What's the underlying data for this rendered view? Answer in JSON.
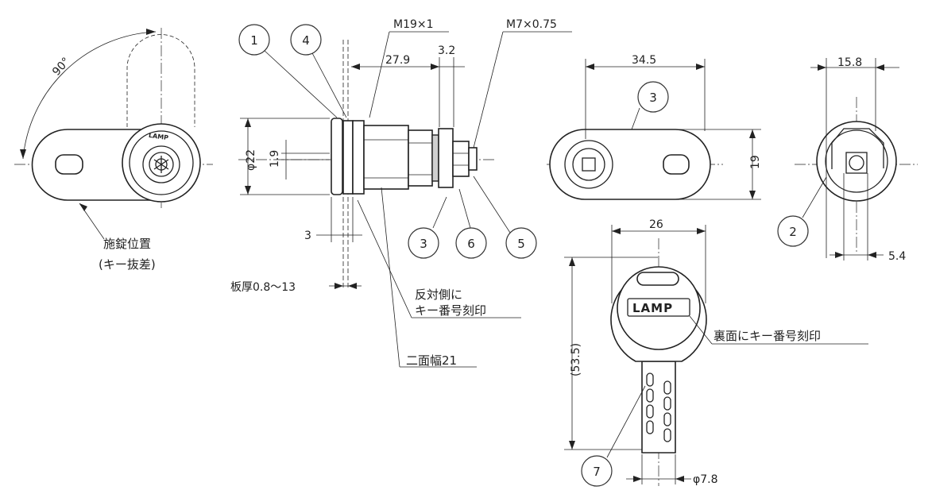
{
  "dimensions": {
    "thread_main": "M19×1",
    "thread_tip": "M7×0.75",
    "length_body": "27.9",
    "length_tip": "3.2",
    "cam_length": "34.5",
    "cam_width": "19",
    "front_width": "15.8",
    "front_offset": "5.4",
    "diameter_flange": "φ22",
    "offset_small": "1.9",
    "flange_thk": "3",
    "panel_thk": "板厚0.8～13",
    "key_width": "26",
    "key_length": "(53.5)",
    "key_dia": "φ7.8",
    "angle": "90°"
  },
  "notes": {
    "lock_position_1": "施錠位置",
    "lock_position_2": "(キー抜差)",
    "opposite_1": "反対側に",
    "opposite_2": "キー番号刻印",
    "flats": "二面幅21",
    "back_engrave": "裏面にキー番号刻印",
    "logo_face": "LAMP",
    "logo_key": "LAMP"
  },
  "callouts": {
    "c1": "1",
    "c2": "2",
    "c3a": "3",
    "c3b": "3",
    "c4": "4",
    "c5": "5",
    "c6": "6",
    "c7": "7"
  }
}
